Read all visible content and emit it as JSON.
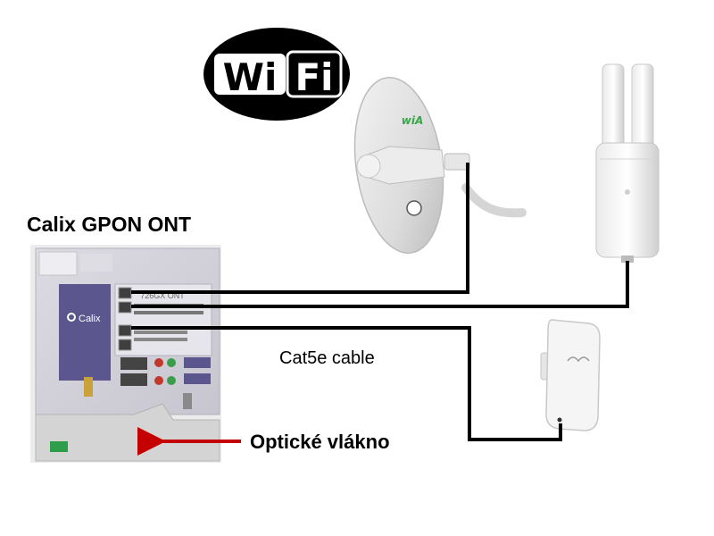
{
  "labels": {
    "device_title": "Calix GPON ONT",
    "cable": "Cat5e cable",
    "fiber": "Optické vlákno"
  },
  "logos": {
    "wifi_left": "Wi",
    "wifi_right": "Fi",
    "calix_brand": "Calix",
    "dish_brand": "wiA",
    "ont_model": "726GX ONT"
  },
  "colors": {
    "arrow": "#c40000",
    "cable": "#000000",
    "wifi_bg": "#000000"
  }
}
